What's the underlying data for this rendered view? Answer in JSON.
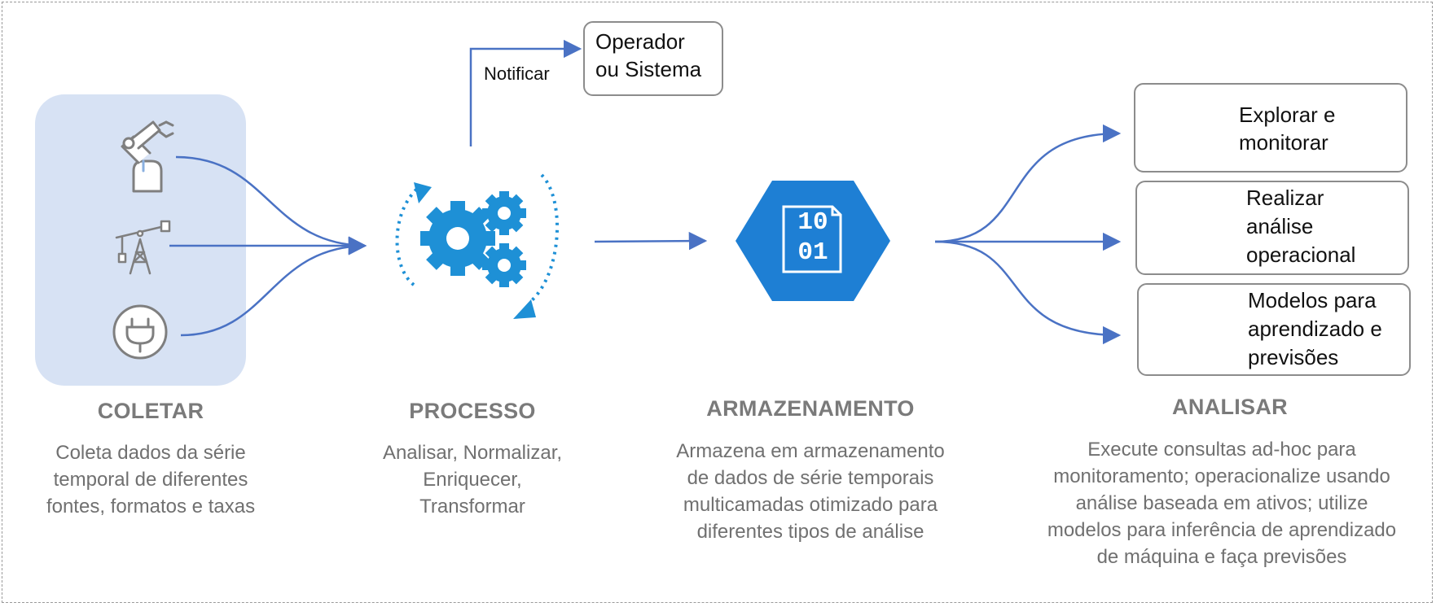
{
  "stages": {
    "collect": {
      "title": "COLETAR",
      "description": [
        "Coleta dados da série",
        "temporal de diferentes",
        "fontes, formatos e taxas"
      ]
    },
    "process": {
      "title": "PROCESSO",
      "description": [
        "Analisar, Normalizar,",
        "Enriquecer,",
        "Transformar"
      ]
    },
    "storage": {
      "title": "ARMAZENAMENTO",
      "description": [
        "Armazena em armazenamento",
        "de dados de série temporais",
        "multicamadas otimizado para",
        "diferentes tipos de análise"
      ]
    },
    "analyze": {
      "title": "ANALISAR",
      "description": [
        "Execute consultas ad-hoc para",
        "monitoramento; operacionalize usando",
        "análise baseada em ativos; utilize",
        "modelos para inferência de aprendizado",
        "de máquina e faça previsões"
      ]
    }
  },
  "notify": {
    "label": "Notificar",
    "target_lines": [
      "Operador",
      "ou Sistema"
    ]
  },
  "storage_icon": {
    "line1": "10",
    "line2": "01"
  },
  "outputs": [
    {
      "lines": [
        "Explorar e",
        "monitorar"
      ],
      "icon": "lightbulb-icon"
    },
    {
      "lines": [
        "Realizar",
        "análise",
        "operacional"
      ],
      "icon": "analytics-dashboard-icon"
    },
    {
      "lines": [
        "Modelos para",
        "aprendizado e",
        "previsões"
      ],
      "icon": "ml-magnifier-icon"
    }
  ],
  "sources": [
    {
      "icon": "robot-arm-icon"
    },
    {
      "icon": "oil-pump-icon"
    },
    {
      "icon": "power-plug-icon"
    }
  ],
  "colors": {
    "arrow": "#4a72c4",
    "accent": "#1e90d6",
    "storage_hex": "#1e7fd4",
    "collect_bg": "#d7e2f4",
    "title_gray": "#7a7a7a"
  }
}
